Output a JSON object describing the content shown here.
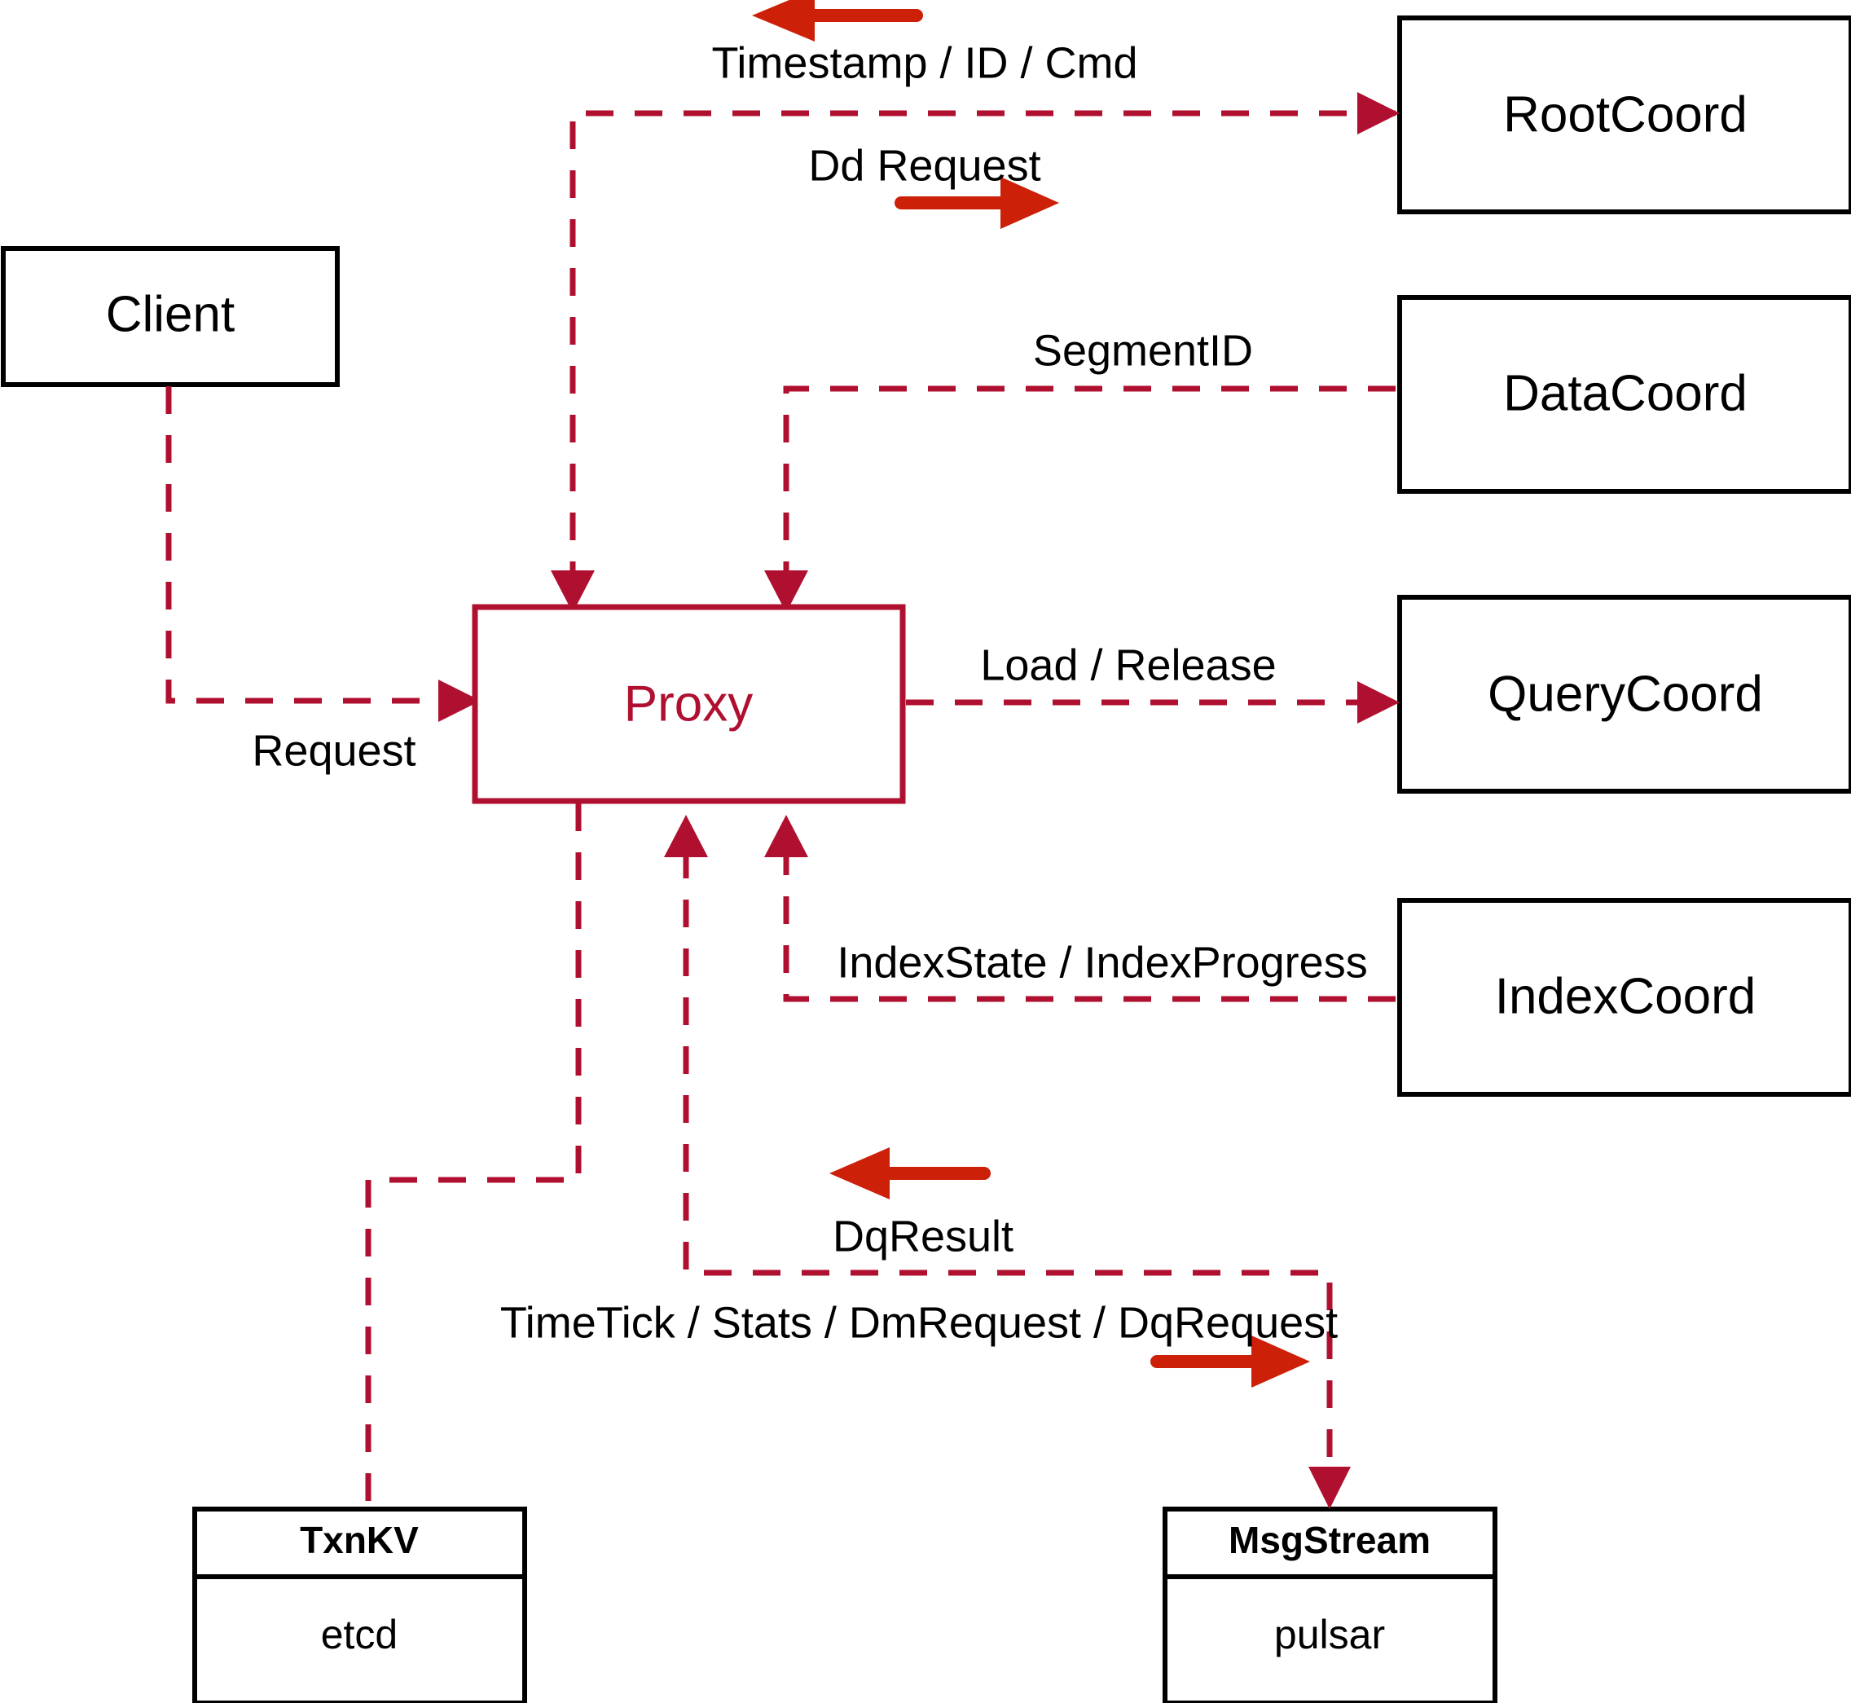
{
  "diagram": {
    "title": "Milvus Proxy interaction diagram",
    "colors": {
      "accent_red": "#B0102F",
      "arrow_red": "#CC2008",
      "box_stroke": "#000000",
      "background": "#FFFFFF"
    },
    "nodes": {
      "client": {
        "label": "Client"
      },
      "proxy": {
        "label": "Proxy"
      },
      "root_coord": {
        "label": "RootCoord"
      },
      "data_coord": {
        "label": "DataCoord"
      },
      "query_coord": {
        "label": "QueryCoord"
      },
      "index_coord": {
        "label": "IndexCoord"
      },
      "txnkv": {
        "label": "TxnKV",
        "impl": "etcd"
      },
      "msgstream": {
        "label": "MsgStream",
        "impl": "pulsar"
      }
    },
    "edges": {
      "timestamp_id_cmd": {
        "label": "Timestamp / ID / Cmd",
        "direction": "left"
      },
      "dd_request": {
        "label": "Dd Request",
        "direction": "right"
      },
      "segment_id": {
        "label": "SegmentID",
        "direction": "left"
      },
      "load_release": {
        "label": "Load / Release",
        "direction": "right"
      },
      "index_state_progress": {
        "label": "IndexState / IndexProgress",
        "direction": "left"
      },
      "request": {
        "label": "Request",
        "direction": "right"
      },
      "dq_result": {
        "label": "DqResult",
        "direction": "left"
      },
      "timetick_stats": {
        "label": "TimeTick / Stats / DmRequest / DqRequest",
        "direction": "right"
      }
    }
  }
}
